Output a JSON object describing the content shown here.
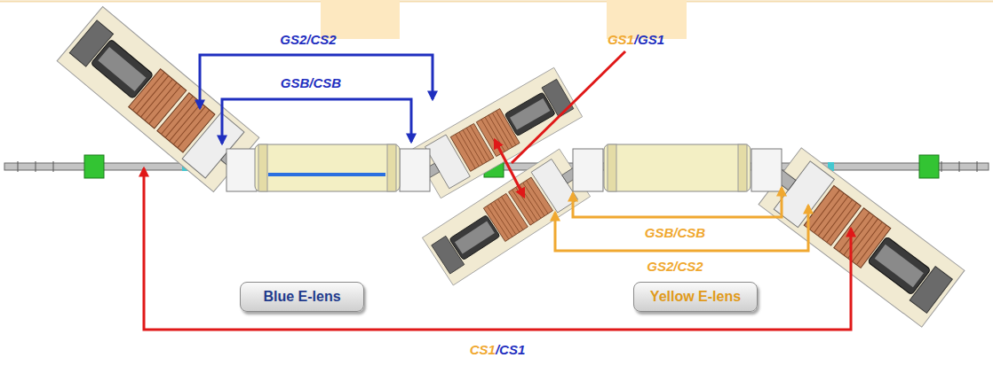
{
  "diagram": {
    "nodes": [
      {
        "text": [
          "Blue E-lens"
        ]
      },
      {
        "text": [
          "Yellow E-lens"
        ]
      }
    ],
    "labels": [
      "GS2/CS2",
      "GS1/GS1",
      "GSB/CSB",
      "GSB/CSB",
      "GS2/CS2",
      "CS1/CS1"
    ]
  }
}
